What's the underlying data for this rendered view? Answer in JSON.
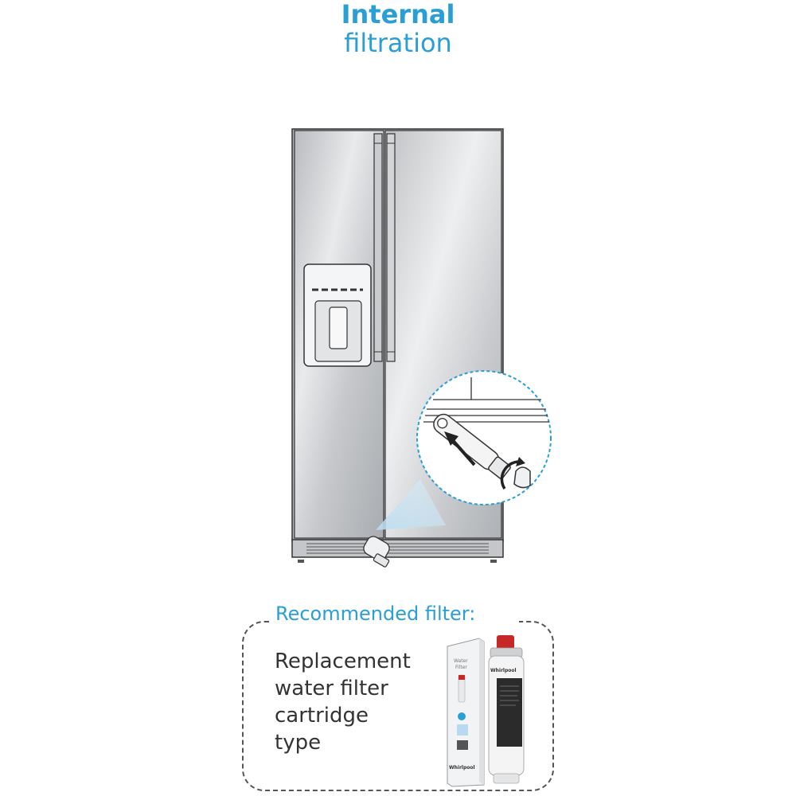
{
  "header": {
    "title_bold": "Internal",
    "title_light": "filtration"
  },
  "illustration": {
    "icons": [
      "refrigerator-icon",
      "filter-cartridge-icon",
      "arrow-icon",
      "rotate-arrow-icon",
      "zoom-circle-icon"
    ]
  },
  "recommended": {
    "label": "Recommended filter:",
    "lines": [
      "Replacement",
      "water filter",
      "cartridge",
      "type"
    ]
  },
  "product": {
    "box_text_line1": "Water",
    "box_text_line2": "Filter",
    "brand": "Whirlpool",
    "cartridge_brand": "Whirlpool"
  },
  "colors": {
    "accent": "#2a9fd6",
    "cartridge_cap": "#c62828"
  }
}
